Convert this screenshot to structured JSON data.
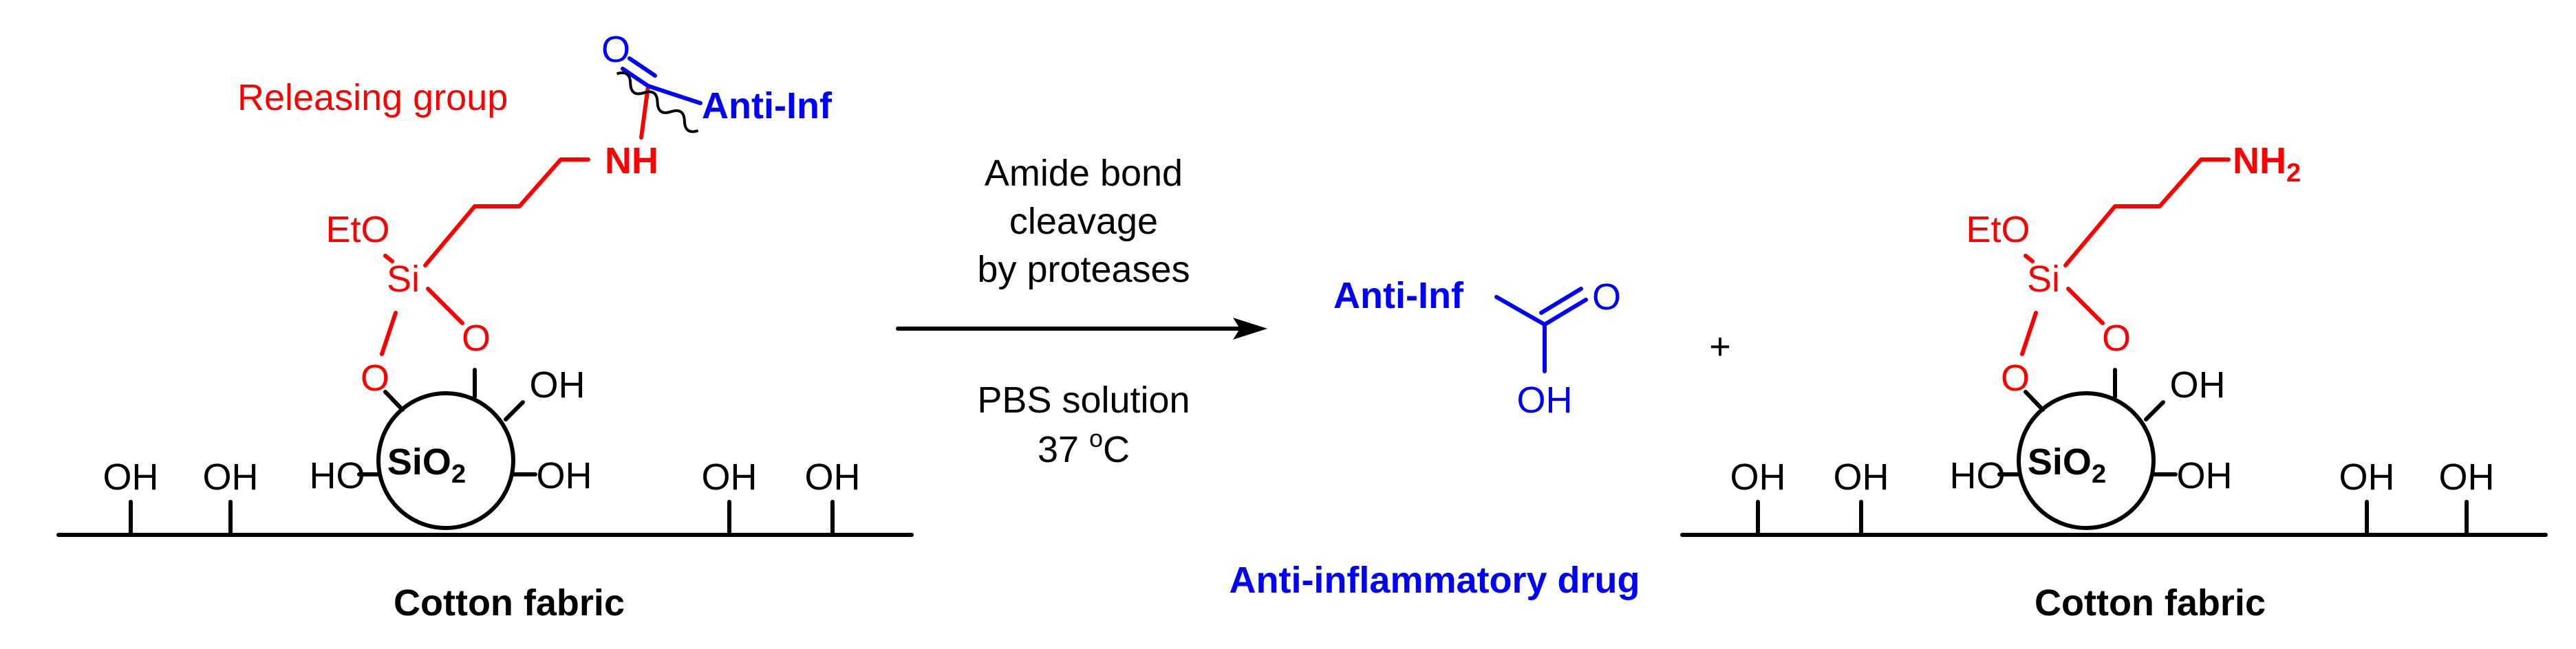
{
  "left": {
    "releasing_group": "Releasing group",
    "carbonyl_o": "O",
    "drug_label": "Anti-Inf",
    "amide_nh": "NH",
    "eto": "EtO",
    "si": "Si",
    "o": "O",
    "oh": "OH",
    "ho": "HO",
    "sio2": "SiO",
    "sio2_sub": "2",
    "substrate": "Cotton fabric"
  },
  "arrow": {
    "above": [
      "Amide bond",
      "cleavage",
      "by proteases"
    ],
    "below": [
      "PBS solution",
      "37 "
    ],
    "temp_sup": "o",
    "temp_unit": "C"
  },
  "product": {
    "drug_label": "Anti-Inf",
    "carbonyl_o": "O",
    "oh": "OH",
    "caption": "Anti-inflammatory drug"
  },
  "plus": "+",
  "right": {
    "amine": "NH",
    "amine_sub": "2",
    "eto": "EtO",
    "si": "Si",
    "o": "O",
    "oh": "OH",
    "ho": "HO",
    "sio2": "SiO",
    "sio2_sub": "2",
    "substrate": "Cotton fabric"
  },
  "colors": {
    "linker": "#ff0000",
    "drug": "#0000ff",
    "substrate": "#000000"
  }
}
